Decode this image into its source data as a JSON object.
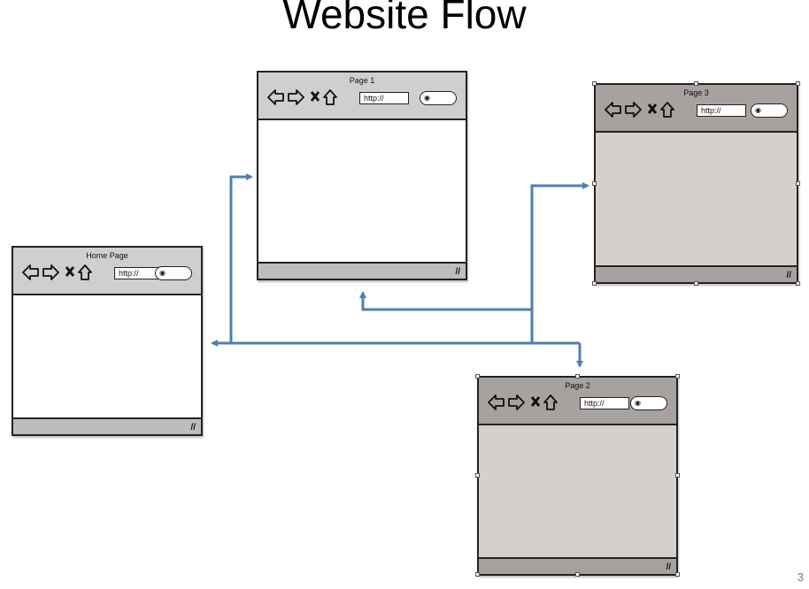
{
  "slide": {
    "title": "Website Flow",
    "page_number": "3"
  },
  "windows": {
    "home": {
      "title": "Home Page",
      "url": "http://"
    },
    "page1": {
      "title": "Page 1",
      "url": "http://"
    },
    "page2": {
      "title": "Page 2",
      "url": "http://"
    },
    "page3": {
      "title": "Page 3",
      "url": "http://"
    }
  },
  "colors": {
    "arrow": "#4f7fb5",
    "frame_white_bar": "#cfcfcf",
    "frame_gray_bar": "#a7a2a0",
    "frame_gray_body": "#d5cfcd"
  },
  "icons": {
    "nav": [
      "back-arrow-icon",
      "forward-arrow-icon",
      "close-icon",
      "home-icon"
    ],
    "search": "search-icon",
    "resize": "resize-grip-icon"
  }
}
